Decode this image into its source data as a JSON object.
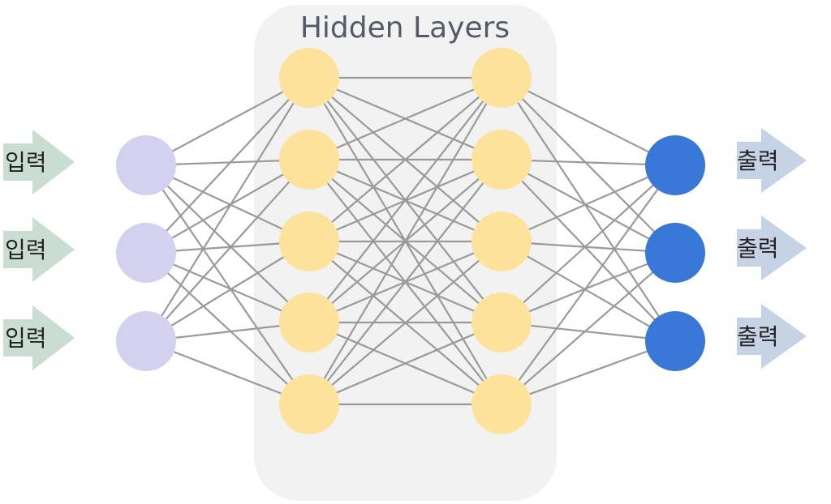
{
  "panel": {
    "title": "Hidden Layers"
  },
  "inputs": {
    "labels": [
      "입력",
      "입력",
      "입력"
    ]
  },
  "outputs": {
    "labels": [
      "출력",
      "출력",
      "출력"
    ]
  },
  "network": {
    "layer_sizes": [
      3,
      5,
      5,
      3
    ]
  },
  "colors": {
    "input_node": "#d4d0f0",
    "hidden_node": "#fde29c",
    "output_node": "#3a78d8",
    "edge": "#9a9a9a",
    "input_arrow": "#c9ddd2",
    "output_arrow": "#c6d3e6",
    "hidden_panel": "#f2f2f2"
  }
}
